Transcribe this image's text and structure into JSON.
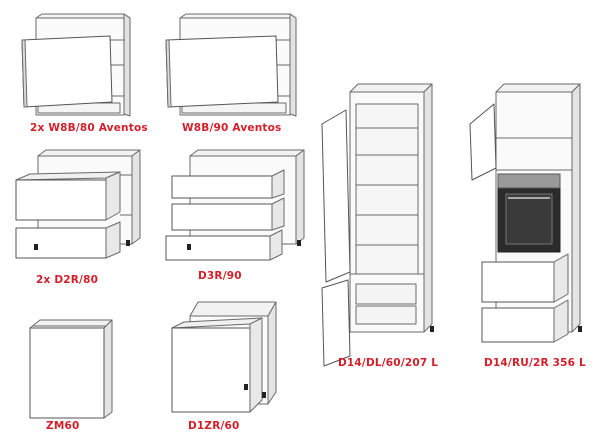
{
  "label_color": "#d2202a",
  "labels": {
    "w8b80": "2x W8B/80 Aventos",
    "w8b90": "W8B/90 Aventos",
    "d2r80": "2x D2R/80",
    "d3r90": "D3R/90",
    "d14dl": "D14/DL/60/207 L",
    "d14ru": "D14/RU/2R 356 L",
    "zm60": "ZM60",
    "d1zr60": "D1ZR/60"
  }
}
